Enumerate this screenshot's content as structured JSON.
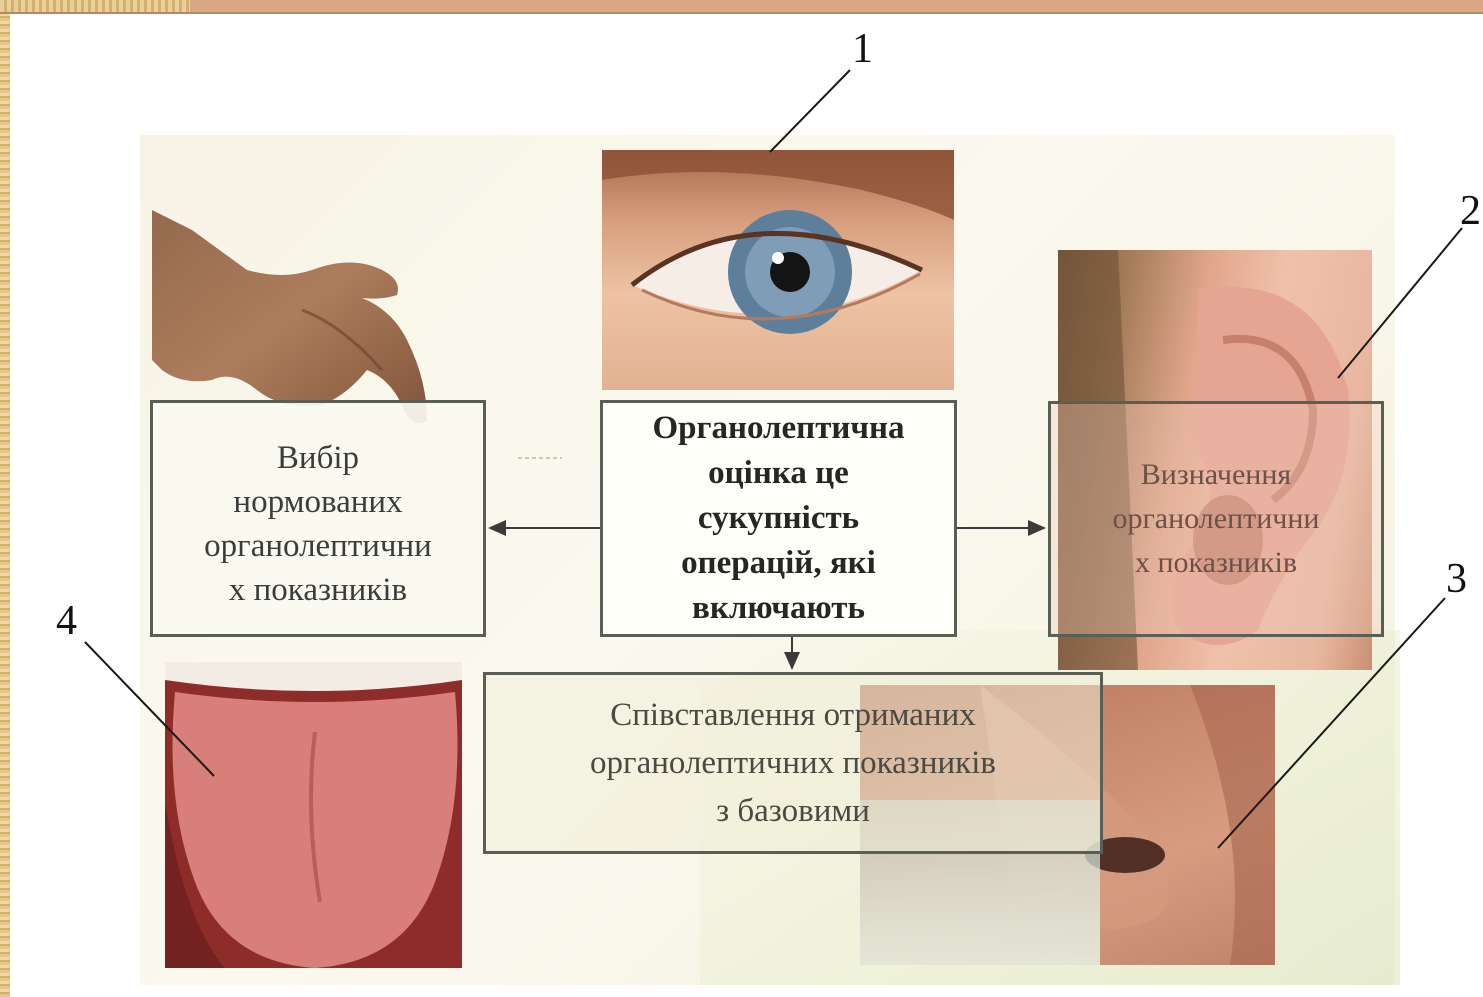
{
  "slide": {
    "title": ""
  },
  "boxes": {
    "center": {
      "lines": [
        "Органолептична",
        "оцінка це",
        "сукупність",
        "операцій, які",
        "включають"
      ]
    },
    "left": {
      "lines": [
        "Вибір",
        "нормованих",
        "органолептични",
        "х показників"
      ]
    },
    "right": {
      "lines": [
        "Визначення",
        "органолептични",
        "х показників"
      ]
    },
    "bottom": {
      "lines": [
        "Співставлення отриманих",
        "органолептичних показників",
        "з базовими"
      ]
    }
  },
  "callouts": {
    "eye": "1",
    "ear": "2",
    "nose": "3",
    "tongue": "4"
  },
  "photos": [
    "eye",
    "ear",
    "nose",
    "tongue",
    "hand"
  ],
  "colors": {
    "title": "#7030a0",
    "box_border": "#5a5f55",
    "frame": "#d9a786"
  }
}
